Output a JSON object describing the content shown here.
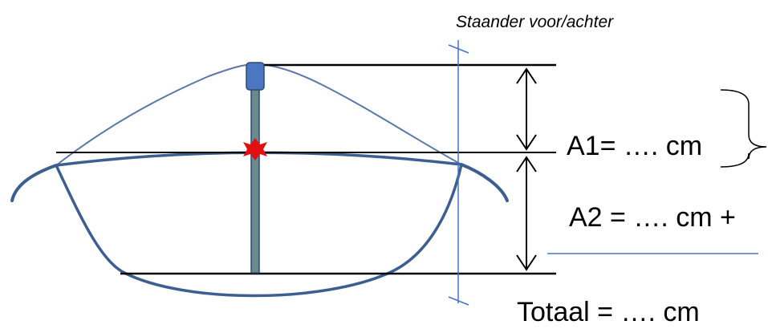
{
  "caption": "Staander voor/achter",
  "labels": {
    "a1": "A1= …. cm",
    "a2": "A2 = …. cm +",
    "total": "Totaal = …. cm"
  },
  "colors": {
    "hull": "#3d5f8f",
    "hull_light": "#5a78a6",
    "blue_line": "#4a72c0",
    "pole": "#6b8a8a",
    "pole_cap": "#4a76c4",
    "marker": "#e01010",
    "ink": "#000000"
  }
}
